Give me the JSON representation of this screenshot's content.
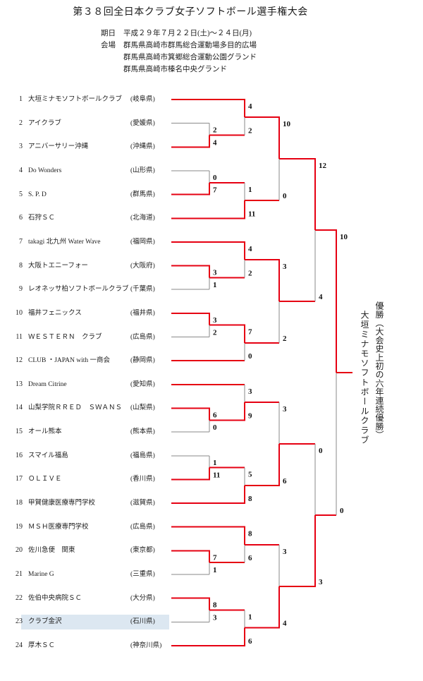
{
  "title": "第３８回全日本クラブ女子ソフトボール選手権大会",
  "meta": {
    "date_label": "期日",
    "date_value": "平成２９年７月２２日(土)～２４日(月)",
    "venue_label": "会場",
    "venues": [
      "群馬県高崎市群馬総合運動場多目的広場",
      "群馬県高崎市箕郷総合運動公園グランド",
      "群馬県高崎市榛名中央グランド"
    ]
  },
  "teams": [
    {
      "no": 1,
      "name": "大垣ミナモソフトボールクラブ",
      "pref": "(岐阜県)"
    },
    {
      "no": 2,
      "name": "アイクラブ",
      "pref": "(愛媛県)"
    },
    {
      "no": 3,
      "name": "アニバーサリー沖縄",
      "pref": "(沖縄県)"
    },
    {
      "no": 4,
      "name": "Do Wonders",
      "pref": "(山形県)"
    },
    {
      "no": 5,
      "name": "S. P. D",
      "pref": "(群馬県)"
    },
    {
      "no": 6,
      "name": "石狩ＳＣ",
      "pref": "(北海道)"
    },
    {
      "no": 7,
      "name": "takagi 北九州 Water Wave",
      "pref": "(福岡県)"
    },
    {
      "no": 8,
      "name": "大阪トエニーフォー",
      "pref": "(大阪府)"
    },
    {
      "no": 9,
      "name": "レオネッサ柏ソフトボールクラブ",
      "pref": "(千葉県)"
    },
    {
      "no": 10,
      "name": "福井フェニックス",
      "pref": "(福井県)"
    },
    {
      "no": 11,
      "name": "ＷＥＳＴＥＲＮ　クラブ",
      "pref": "(広島県)"
    },
    {
      "no": 12,
      "name": "CLUB ・JAPAN with 一商会",
      "pref": "(静岡県)"
    },
    {
      "no": 13,
      "name": "Dream Citrine",
      "pref": "(愛知県)"
    },
    {
      "no": 14,
      "name": "山梨学院ＲＲＥＤ　ＳＷＡＮＳ",
      "pref": "(山梨県)"
    },
    {
      "no": 15,
      "name": "オール熊本",
      "pref": "(熊本県)"
    },
    {
      "no": 16,
      "name": "スマイル福島",
      "pref": "(福島県)"
    },
    {
      "no": 17,
      "name": "ＯＬＩＶＥ",
      "pref": "(香川県)"
    },
    {
      "no": 18,
      "name": "甲賀健康医療専門学校",
      "pref": "(滋賀県)"
    },
    {
      "no": 19,
      "name": "ＭＳＨ医療専門学校",
      "pref": "(広島県)"
    },
    {
      "no": 20,
      "name": "佐川急便　関東",
      "pref": "(東京都)"
    },
    {
      "no": 21,
      "name": "Marine G",
      "pref": "(三重県)"
    },
    {
      "no": 22,
      "name": "佐伯中央病院ＳＣ",
      "pref": "(大分県)"
    },
    {
      "no": 23,
      "name": "クラブ金沢",
      "pref": "(石川県)",
      "highlight": true
    },
    {
      "no": 24,
      "name": "厚木ＳＣ",
      "pref": "(神奈川県)"
    }
  ],
  "matches": [
    {
      "id": "a1",
      "round": 1,
      "top": {
        "team": 2
      },
      "bottom": {
        "team": 3
      },
      "score_top": "2",
      "score_bottom": "4",
      "winner": "bottom"
    },
    {
      "id": "a2",
      "round": 1,
      "top": {
        "team": 4
      },
      "bottom": {
        "team": 5
      },
      "score_top": "0",
      "score_bottom": "7",
      "winner": "bottom"
    },
    {
      "id": "a3",
      "round": 2,
      "top": {
        "team": 1
      },
      "bottom": {
        "match": "a1"
      },
      "score_top": "4",
      "score_bottom": "2",
      "winner": "top"
    },
    {
      "id": "a4",
      "round": 2,
      "top": {
        "match": "a2"
      },
      "bottom": {
        "team": 6
      },
      "score_top": "1",
      "score_bottom": "11",
      "winner": "bottom"
    },
    {
      "id": "a5",
      "round": 3,
      "top": {
        "match": "a3"
      },
      "bottom": {
        "match": "a4"
      },
      "score_top": "10",
      "score_bottom": "0",
      "winner": "top"
    },
    {
      "id": "b1",
      "round": 1,
      "top": {
        "team": 8
      },
      "bottom": {
        "team": 9
      },
      "score_top": "3",
      "score_bottom": "1",
      "winner": "top"
    },
    {
      "id": "b2",
      "round": 1,
      "top": {
        "team": 10
      },
      "bottom": {
        "team": 11
      },
      "score_top": "3",
      "score_bottom": "2",
      "winner": "top"
    },
    {
      "id": "b3",
      "round": 2,
      "top": {
        "team": 7
      },
      "bottom": {
        "match": "b1"
      },
      "score_top": "4",
      "score_bottom": "2",
      "winner": "top"
    },
    {
      "id": "b4",
      "round": 2,
      "top": {
        "match": "b2"
      },
      "bottom": {
        "team": 12
      },
      "score_top": "7",
      "score_bottom": "0",
      "winner": "top"
    },
    {
      "id": "b5",
      "round": 3,
      "top": {
        "match": "b3"
      },
      "bottom": {
        "match": "b4"
      },
      "score_top": "3",
      "score_bottom": "2",
      "winner": "top"
    },
    {
      "id": "sf1",
      "round": 4,
      "top": {
        "match": "a5"
      },
      "bottom": {
        "match": "b5"
      },
      "score_top": "12",
      "score_bottom": "4",
      "winner": "top"
    },
    {
      "id": "c1",
      "round": 1,
      "top": {
        "team": 14
      },
      "bottom": {
        "team": 15
      },
      "score_top": "6",
      "score_bottom": "0",
      "winner": "top"
    },
    {
      "id": "c2",
      "round": 1,
      "top": {
        "team": 16
      },
      "bottom": {
        "team": 17
      },
      "score_top": "1",
      "score_bottom": "11",
      "winner": "bottom"
    },
    {
      "id": "c3",
      "round": 2,
      "top": {
        "team": 13
      },
      "bottom": {
        "match": "c1"
      },
      "score_top": "3",
      "score_bottom": "9",
      "winner": "bottom"
    },
    {
      "id": "c4",
      "round": 2,
      "top": {
        "match": "c2"
      },
      "bottom": {
        "team": 18
      },
      "score_top": "5",
      "score_bottom": "8",
      "winner": "bottom"
    },
    {
      "id": "c5",
      "round": 3,
      "top": {
        "match": "c3"
      },
      "bottom": {
        "match": "c4"
      },
      "score_top": "3",
      "score_bottom": "6",
      "winner": "bottom"
    },
    {
      "id": "d1",
      "round": 1,
      "top": {
        "team": 20
      },
      "bottom": {
        "team": 21
      },
      "score_top": "7",
      "score_bottom": "1",
      "winner": "top"
    },
    {
      "id": "d2",
      "round": 1,
      "top": {
        "team": 22
      },
      "bottom": {
        "team": 23
      },
      "score_top": "8",
      "score_bottom": "3",
      "winner": "top"
    },
    {
      "id": "d3",
      "round": 2,
      "top": {
        "team": 19
      },
      "bottom": {
        "match": "d1"
      },
      "score_top": "8",
      "score_bottom": "6",
      "winner": "top"
    },
    {
      "id": "d4",
      "round": 2,
      "top": {
        "match": "d2"
      },
      "bottom": {
        "team": 24
      },
      "score_top": "1",
      "score_bottom": "6",
      "winner": "bottom"
    },
    {
      "id": "d5",
      "round": 3,
      "top": {
        "match": "d3"
      },
      "bottom": {
        "match": "d4"
      },
      "score_top": "3",
      "score_bottom": "4",
      "winner": "bottom"
    },
    {
      "id": "sf2",
      "round": 4,
      "top": {
        "match": "c5"
      },
      "bottom": {
        "match": "d5"
      },
      "score_top": "0",
      "score_bottom": "3",
      "winner": "bottom"
    },
    {
      "id": "f",
      "round": 5,
      "top": {
        "match": "sf1"
      },
      "bottom": {
        "match": "sf2"
      },
      "score_top": "10",
      "score_bottom": "0",
      "winner": "top"
    }
  ],
  "champion": {
    "note": "優勝（大会史上初の六年連続優勝）",
    "name": "大垣ミナモソフトボールクラブ"
  },
  "colors": {
    "win_line": "#e60012",
    "line": "#8a8a8a",
    "score_text": "#101010",
    "highlight_row": "#dce7f1"
  }
}
